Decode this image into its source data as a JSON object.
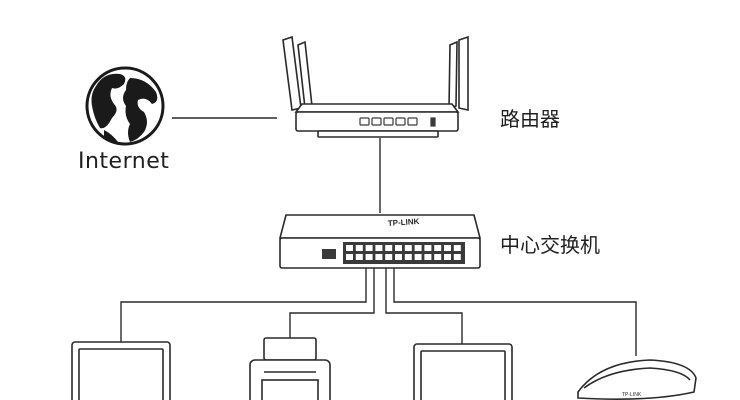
{
  "nodes": {
    "internet": {
      "label": "Internet"
    },
    "router": {
      "label": "路由器"
    },
    "switch": {
      "label": "中心交换机",
      "brand_text": "TP-LINK"
    }
  },
  "colors": {
    "stroke": "#2a2a2a",
    "fill": "#ffffff",
    "port": "#3a3a3a",
    "text": "#1f1f1f"
  }
}
